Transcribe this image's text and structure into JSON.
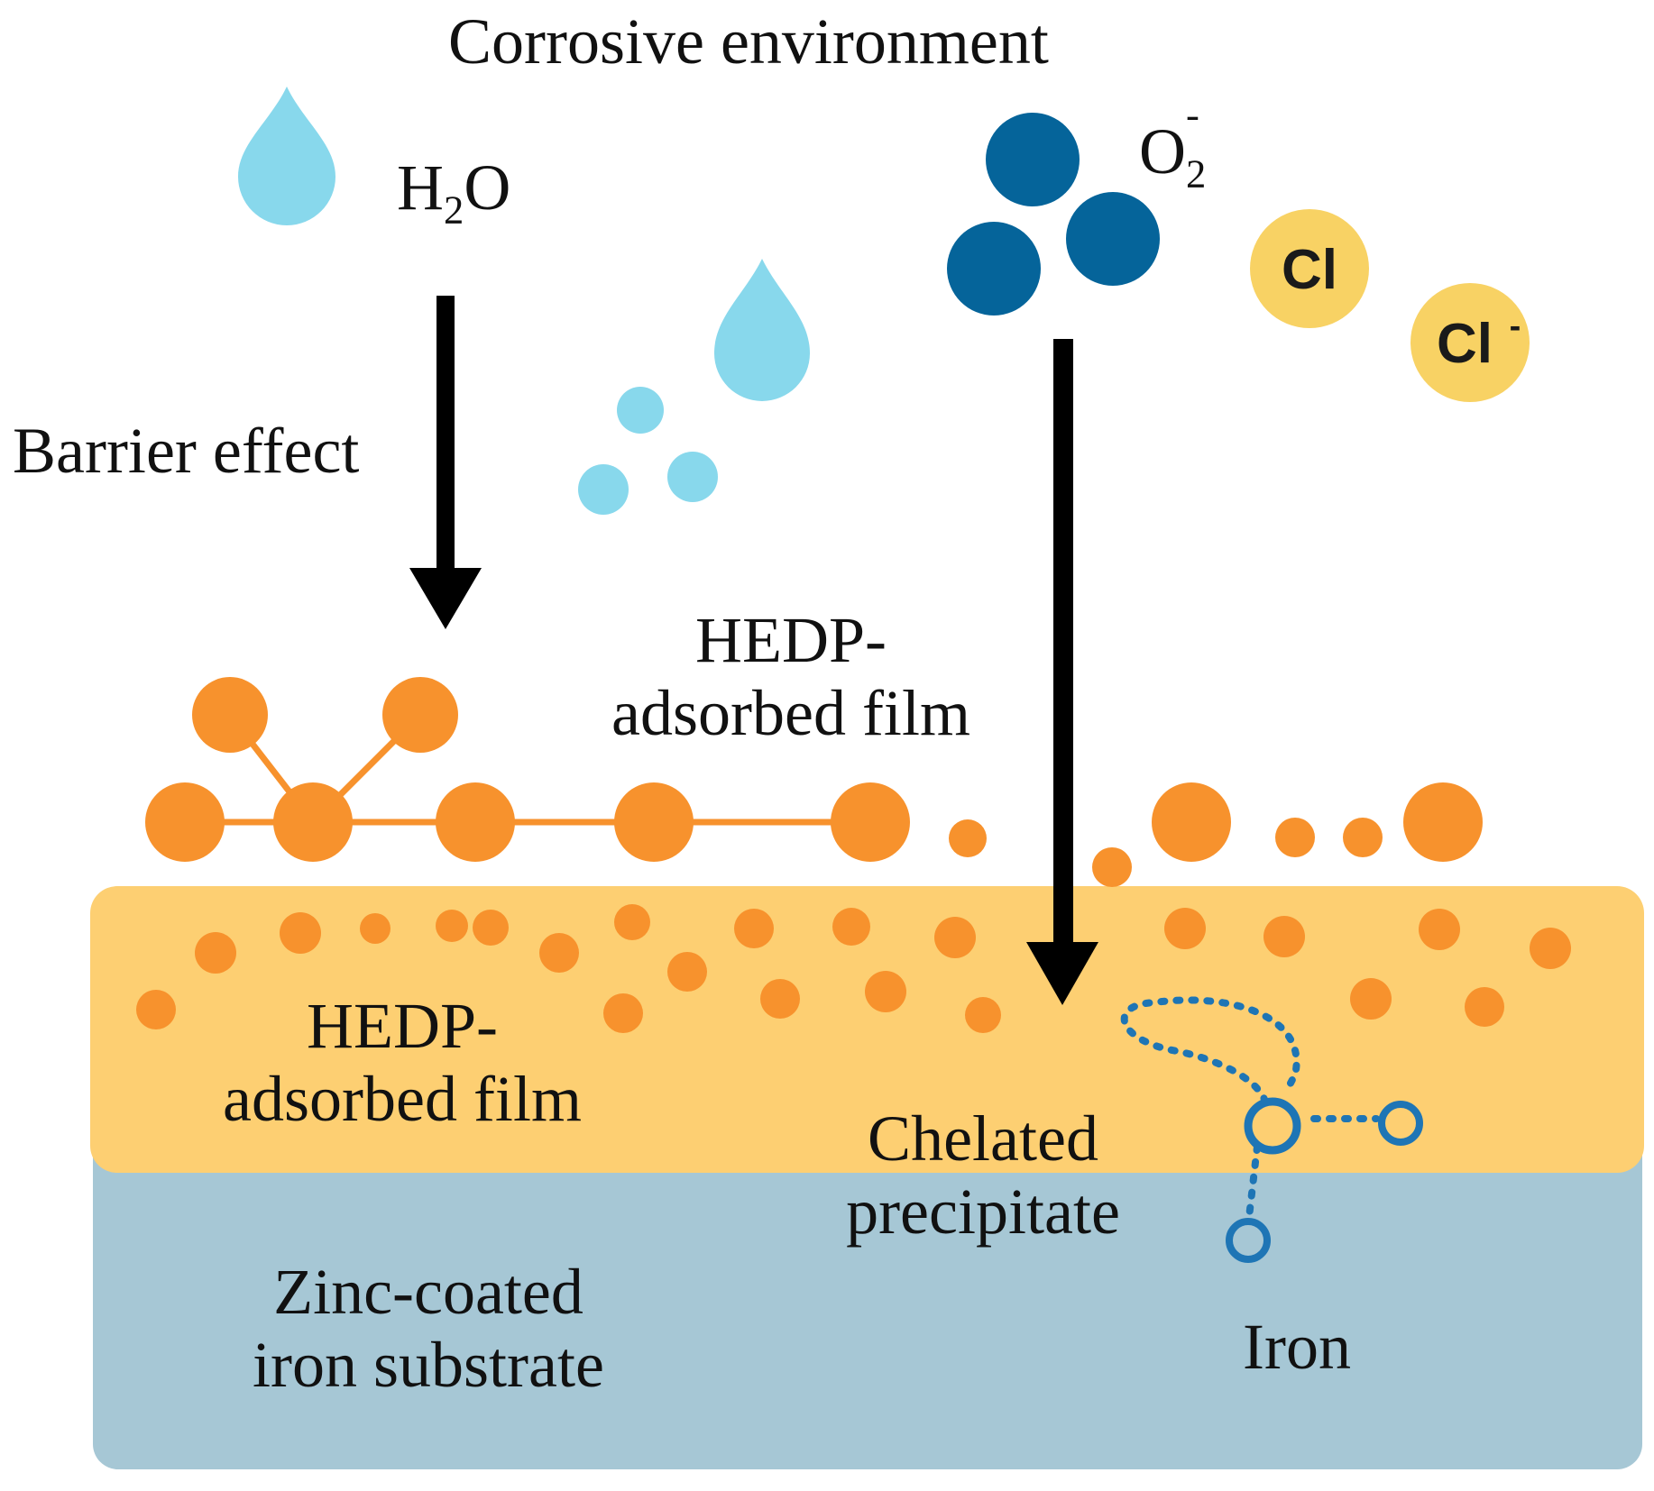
{
  "labels": {
    "title": "Corrosive environment",
    "water": {
      "base": "H",
      "sub": "2",
      "tail": "O"
    },
    "oxygen": {
      "base": "O",
      "sub": "2",
      "sup": "-"
    },
    "chloride_1": "Cl",
    "chloride_2": "Cl",
    "chloride_2_sup": "-",
    "barrier": "Barrier effect",
    "film_top_line1": "HEDP-",
    "film_top_line2": "adsorbed film",
    "film_layer_line1": "HEDP-",
    "film_layer_line2": "adsorbed film",
    "chelate_line1": "Chelated",
    "chelate_line2": "precipitate",
    "substrate_line1": "Zinc-coated",
    "substrate_line2": "iron substrate",
    "iron": "Iron"
  },
  "colors": {
    "water": "#88d8ec",
    "oxygen": "#05649a",
    "chloride": "#f8d264",
    "hedp_particle": "#f7922d",
    "film_layer": "#fdcf72",
    "substrate": "#a6c7d5",
    "chelate": "#1e75b5",
    "arrow": "#000000"
  },
  "icons": [
    "water-drop-icon",
    "oxygen-molecule-icon",
    "chloride-ion-icon",
    "hedp-molecule-icon",
    "chelate-complex-icon",
    "down-arrow-icon"
  ]
}
